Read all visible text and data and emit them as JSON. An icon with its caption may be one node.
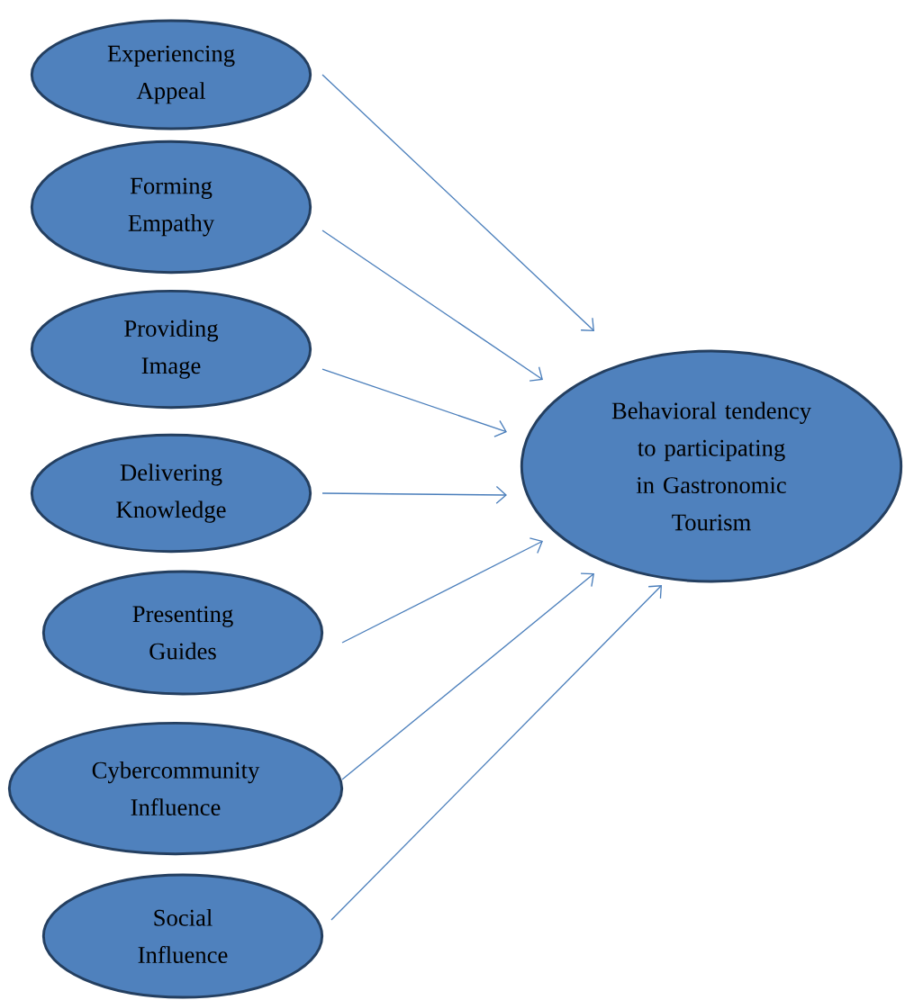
{
  "diagram": {
    "nodes": [
      {
        "text": [
          "Experiencing Appeal"
        ]
      },
      {
        "text": [
          "Forming Empathy"
        ]
      },
      {
        "text": [
          "Providing Image"
        ]
      },
      {
        "text": [
          "Delivering Knowledge"
        ]
      },
      {
        "text": [
          "Presenting Guides"
        ]
      },
      {
        "text": [
          "Cybercommunity Influence"
        ]
      },
      {
        "text": [
          "Social Influence"
        ]
      },
      {
        "text": [
          "Behavioral tendency to participating in Gastronomic Tourism"
        ]
      }
    ],
    "edges": [
      {
        "from": 0,
        "to": 7,
        "arrow": "to"
      },
      {
        "from": 1,
        "to": 7,
        "arrow": "to"
      },
      {
        "from": 2,
        "to": 7,
        "arrow": "to"
      },
      {
        "from": 3,
        "to": 7,
        "arrow": "to"
      },
      {
        "from": 4,
        "to": 7,
        "arrow": "to"
      },
      {
        "from": 5,
        "to": 7,
        "arrow": "to"
      },
      {
        "from": 6,
        "to": 7,
        "arrow": "to"
      }
    ]
  }
}
